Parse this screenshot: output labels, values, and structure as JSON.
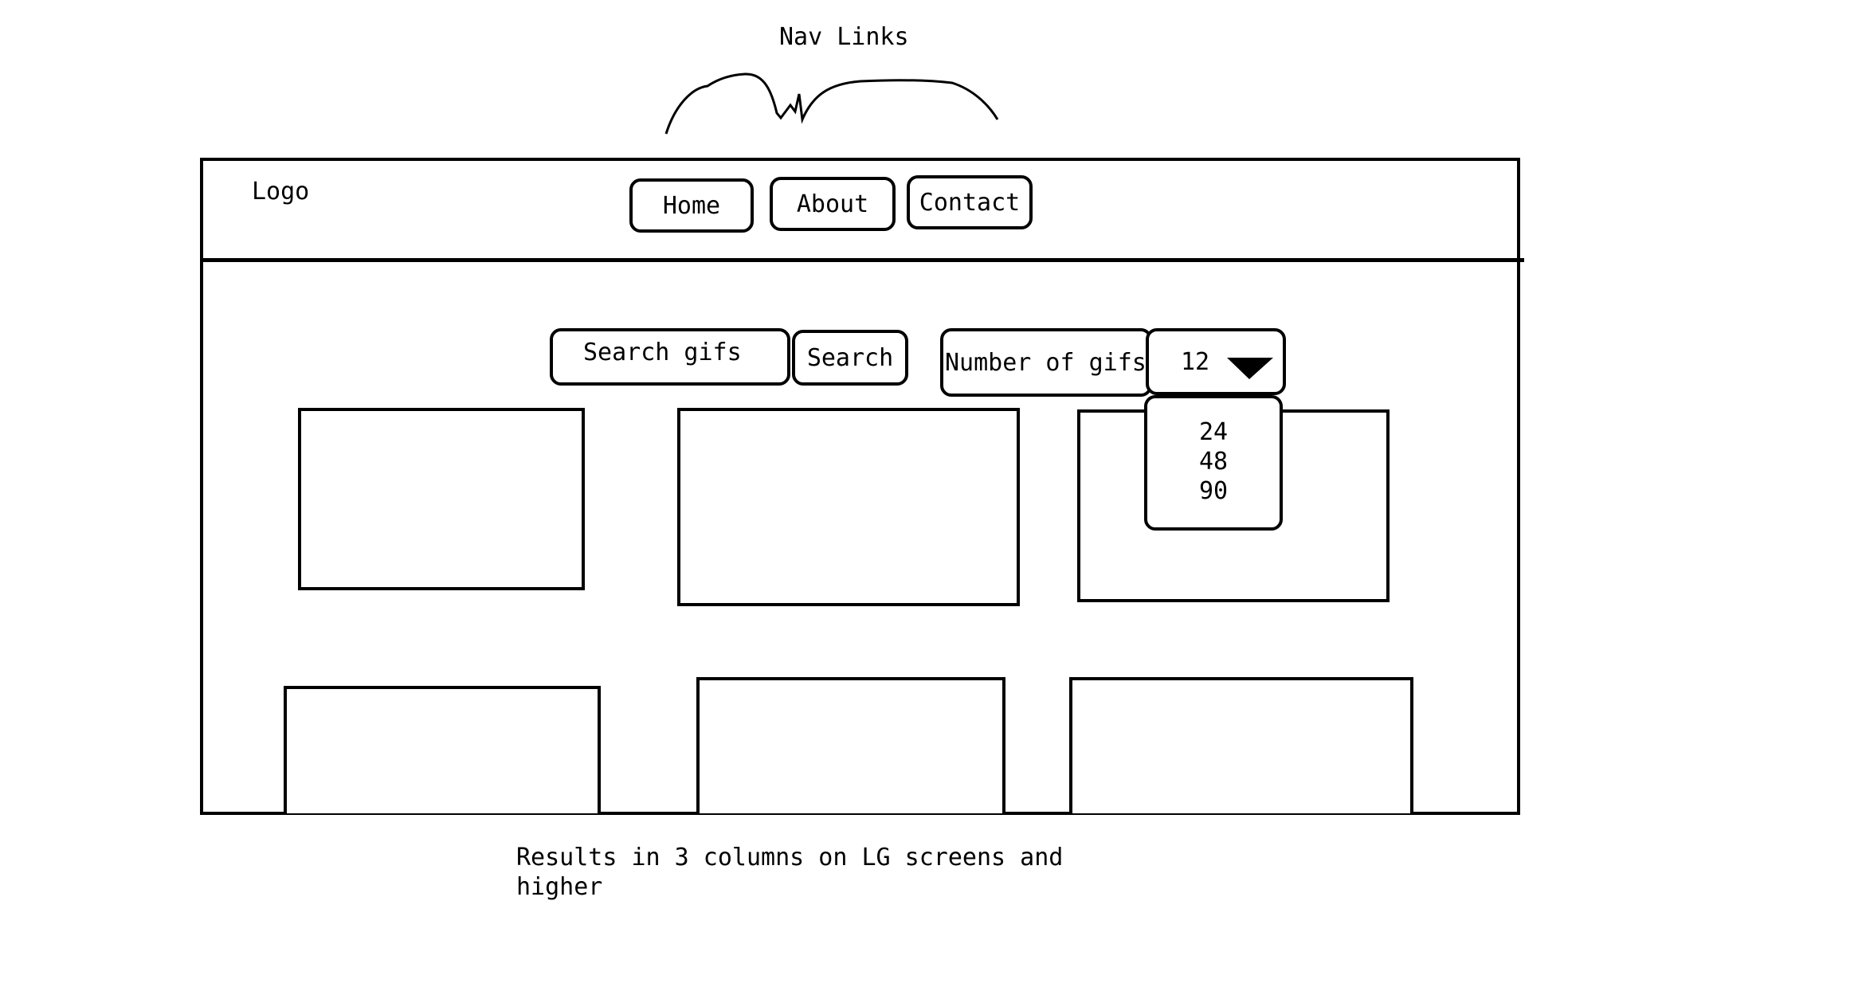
{
  "annotations": {
    "nav_links": "Nav Links",
    "results_note_line1": "Results in 3 columns on LG screens and",
    "results_note_line2": "higher"
  },
  "header": {
    "logo": "Logo",
    "nav": [
      {
        "label": "Home"
      },
      {
        "label": "About"
      },
      {
        "label": "Contact"
      }
    ]
  },
  "search": {
    "placeholder": "Search gifs",
    "button_label": "Search"
  },
  "gif_count": {
    "label": "Number of gifs",
    "selected": "12",
    "options": [
      "24",
      "48",
      "90"
    ],
    "caret_icon": "caret-down-icon"
  },
  "results": {
    "columns": 3,
    "rows": 2
  }
}
